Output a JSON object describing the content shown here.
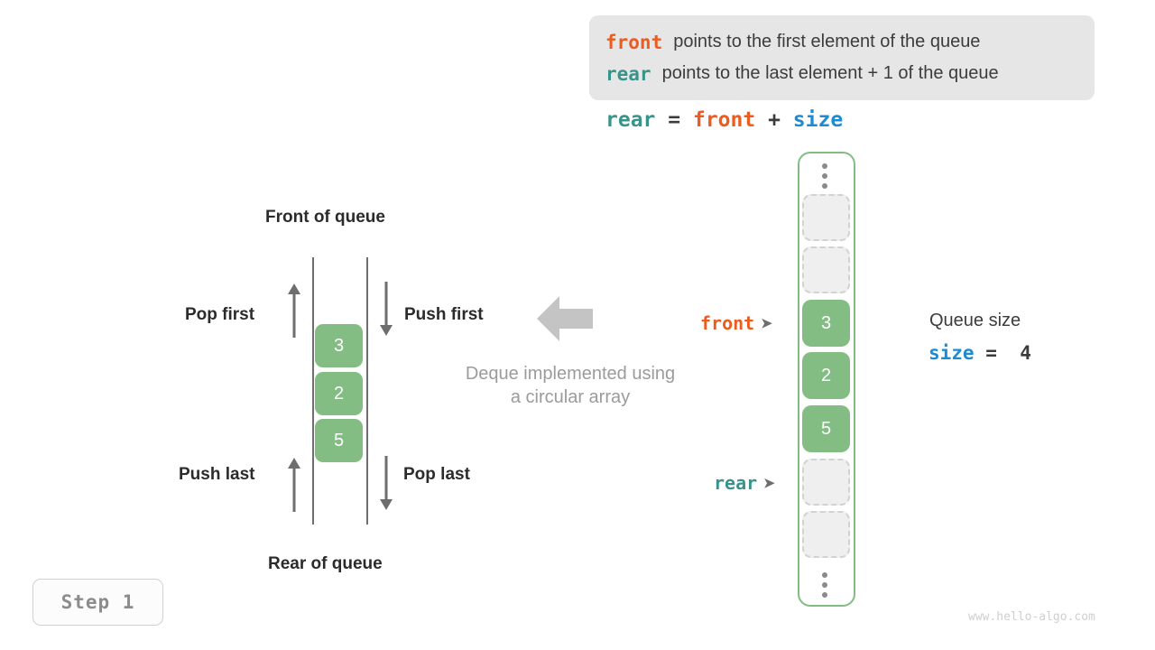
{
  "legend": {
    "lines": [
      {
        "keyword": "front",
        "keyword_color": "#ec5b20",
        "text": "points to the first element of the queue"
      },
      {
        "keyword": "rear",
        "keyword_color": "#38948b",
        "text": "points to the last element + 1 of the queue"
      }
    ]
  },
  "formula": {
    "lhs": "rear",
    "eq": "=",
    "rhs1": "front",
    "plus": "+",
    "rhs2": "size"
  },
  "deque": {
    "top_label": "Front of queue",
    "bottom_label": "Rear of queue",
    "pop_first": "Pop first",
    "push_first": "Push first",
    "push_last": "Push last",
    "pop_last": "Pop last",
    "cells": [
      "3",
      "2",
      "5"
    ],
    "caption_line1": "Deque implemented using",
    "caption_line2": "a circular array"
  },
  "array": {
    "top_ellipsis": "⋮",
    "bottom_ellipsis": "⋮",
    "slots": [
      {
        "value": "",
        "state": "empty"
      },
      {
        "value": "",
        "state": "empty"
      },
      {
        "value": "3",
        "state": "filled"
      },
      {
        "value": "2",
        "state": "filled"
      },
      {
        "value": "5",
        "state": "filled"
      },
      {
        "value": "",
        "state": "empty"
      },
      {
        "value": "",
        "state": "empty"
      }
    ],
    "front_pointer": "front",
    "rear_pointer": "rear",
    "pointer_caret": "➤",
    "border_color": "#83bd83",
    "filled_color": "#83bd83",
    "empty_color": "#efefef"
  },
  "size_info": {
    "title": "Queue size",
    "var": "size",
    "eq": "=",
    "value": "4"
  },
  "step_badge": "Step 1",
  "watermark": "www.hello-algo.com",
  "colors": {
    "front": "#ec5b20",
    "rear": "#38948b",
    "size": "#1d8bd4",
    "green": "#83bd83",
    "gray_arrow": "#c4c4c4",
    "rail": "#6e6e6e"
  }
}
